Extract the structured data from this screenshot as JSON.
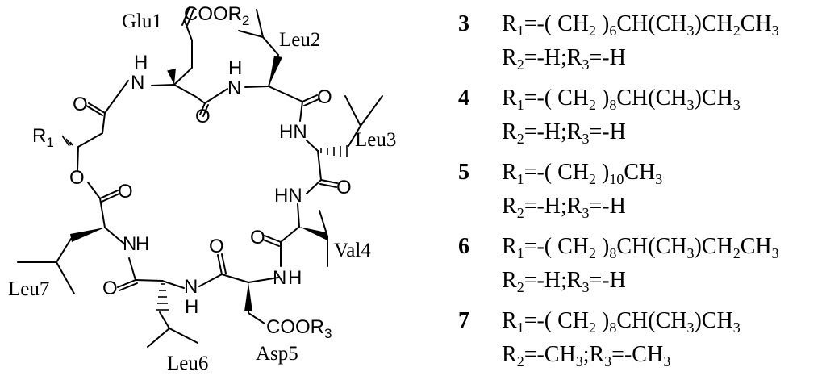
{
  "residues": {
    "glu1": "Glu1",
    "leu2": "Leu2",
    "leu3": "Leu3",
    "val4": "Val4",
    "asp5": "Asp5",
    "leu6": "Leu6",
    "leu7": "Leu7"
  },
  "atoms": {
    "coo": "COOR",
    "coo_sub_top": "2",
    "coo_sub_bottom": "3",
    "r1": "R",
    "r1_sub": "1",
    "o": "O",
    "h": "H",
    "n": "N",
    "hn": "HN"
  },
  "compounds": [
    {
      "num": "3",
      "r1": [
        [
          "t",
          "R"
        ],
        [
          "s",
          "1"
        ],
        [
          "t",
          "=-( CH"
        ],
        [
          "s",
          "2"
        ],
        [
          "t",
          " )"
        ],
        [
          "s",
          "6"
        ],
        [
          "t",
          "CH(CH"
        ],
        [
          "s",
          "3"
        ],
        [
          "t",
          ")CH"
        ],
        [
          "s",
          "2"
        ],
        [
          "t",
          "CH"
        ],
        [
          "s",
          "3"
        ]
      ],
      "r2": [
        [
          "t",
          "R"
        ],
        [
          "s",
          "2"
        ],
        [
          "t",
          "=-H;R"
        ],
        [
          "s",
          "3"
        ],
        [
          "t",
          "=-H"
        ]
      ]
    },
    {
      "num": "4",
      "r1": [
        [
          "t",
          "R"
        ],
        [
          "s",
          "1"
        ],
        [
          "t",
          "=-( CH"
        ],
        [
          "s",
          "2"
        ],
        [
          "t",
          " )"
        ],
        [
          "s",
          "8"
        ],
        [
          "t",
          "CH(CH"
        ],
        [
          "s",
          "3"
        ],
        [
          "t",
          ")CH"
        ],
        [
          "s",
          "3"
        ]
      ],
      "r2": [
        [
          "t",
          "R"
        ],
        [
          "s",
          "2"
        ],
        [
          "t",
          "=-H;R"
        ],
        [
          "s",
          "3"
        ],
        [
          "t",
          "=-H"
        ]
      ]
    },
    {
      "num": "5",
      "r1": [
        [
          "t",
          "R"
        ],
        [
          "s",
          "1"
        ],
        [
          "t",
          "=-( CH"
        ],
        [
          "s",
          "2"
        ],
        [
          "t",
          " )"
        ],
        [
          "s",
          "10"
        ],
        [
          "t",
          "CH"
        ],
        [
          "s",
          "3"
        ]
      ],
      "r2": [
        [
          "t",
          "R"
        ],
        [
          "s",
          "2"
        ],
        [
          "t",
          "=-H;R"
        ],
        [
          "s",
          "3"
        ],
        [
          "t",
          "=-H"
        ]
      ]
    },
    {
      "num": "6",
      "r1": [
        [
          "t",
          "R"
        ],
        [
          "s",
          "1"
        ],
        [
          "t",
          "=-( CH"
        ],
        [
          "s",
          "2"
        ],
        [
          "t",
          " )"
        ],
        [
          "s",
          "8"
        ],
        [
          "t",
          "CH(CH"
        ],
        [
          "s",
          "3"
        ],
        [
          "t",
          ")CH"
        ],
        [
          "s",
          "2"
        ],
        [
          "t",
          "CH"
        ],
        [
          "s",
          "3"
        ]
      ],
      "r2": [
        [
          "t",
          "R"
        ],
        [
          "s",
          "2"
        ],
        [
          "t",
          "=-H;R"
        ],
        [
          "s",
          "3"
        ],
        [
          "t",
          "=-H"
        ]
      ]
    },
    {
      "num": "7",
      "r1": [
        [
          "t",
          "R"
        ],
        [
          "s",
          "1"
        ],
        [
          "t",
          "=-( CH"
        ],
        [
          "s",
          "2"
        ],
        [
          "t",
          " )"
        ],
        [
          "s",
          "8"
        ],
        [
          "t",
          "CH(CH"
        ],
        [
          "s",
          "3"
        ],
        [
          "t",
          ")CH"
        ],
        [
          "s",
          "3"
        ]
      ],
      "r2": [
        [
          "t",
          "R"
        ],
        [
          "s",
          "2"
        ],
        [
          "t",
          "=-CH"
        ],
        [
          "s",
          "3"
        ],
        [
          "t",
          ";R"
        ],
        [
          "s",
          "3"
        ],
        [
          "t",
          "=-CH"
        ],
        [
          "s",
          "3"
        ]
      ]
    }
  ]
}
